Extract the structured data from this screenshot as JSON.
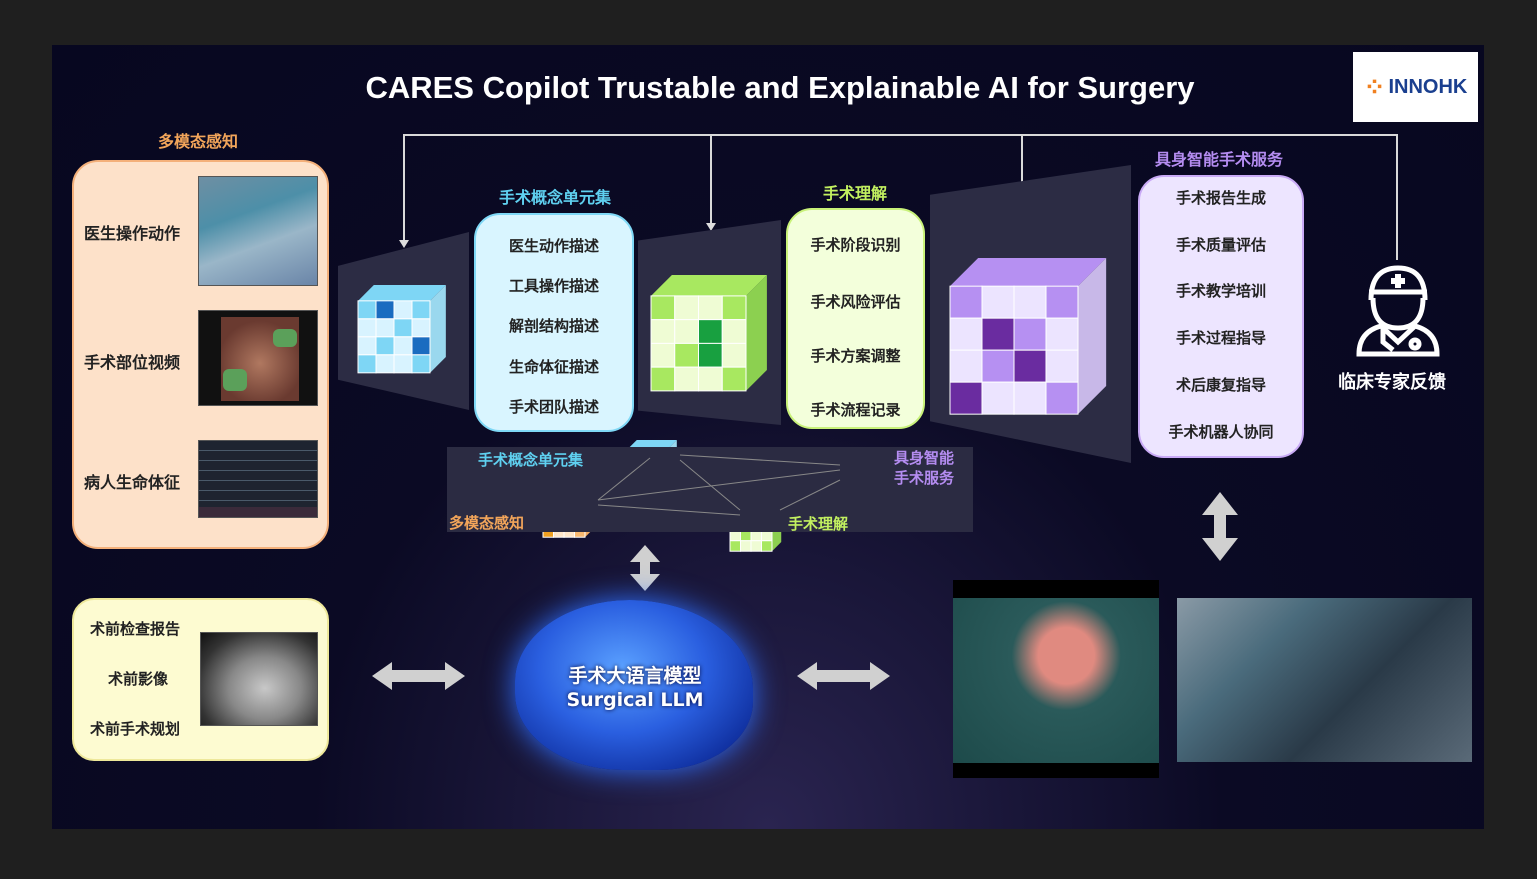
{
  "title": "CARES Copilot Trustable and Explainable AI for Surgery",
  "logo": "INNOHK",
  "perception": {
    "header": "多模态感知",
    "items": [
      "医生操作动作",
      "手术部位视频",
      "病人生命体征"
    ]
  },
  "concepts": {
    "header": "手术概念单元集",
    "items": [
      "医生动作描述",
      "工具操作描述",
      "解剖结构描述",
      "生命体征描述",
      "手术团队描述"
    ]
  },
  "understanding": {
    "header": "手术理解",
    "items": [
      "手术阶段识别",
      "手术风险评估",
      "手术方案调整",
      "手术流程记录"
    ]
  },
  "services": {
    "header": "具身智能手术服务",
    "items": [
      "手术报告生成",
      "手术质量评估",
      "手术教学培训",
      "手术过程指导",
      "术后康复指导",
      "手术机器人协同"
    ]
  },
  "feedback": {
    "label": "临床专家反馈"
  },
  "network": {
    "concepts": "手术概念单元集",
    "perception": "多模态感知",
    "understanding": "手术理解",
    "services_line1": "具身智能",
    "services_line2": "手术服务"
  },
  "preop": {
    "items": [
      "术前检查报告",
      "术前影像",
      "术前手术规划"
    ]
  },
  "llm": {
    "line1": "手术大语言模型",
    "line2": "Surgical LLM"
  },
  "colors": {
    "orange": "#f2a55a",
    "blue": "#5fd0f0",
    "green": "#c2f060",
    "purple": "#b48cf0"
  }
}
